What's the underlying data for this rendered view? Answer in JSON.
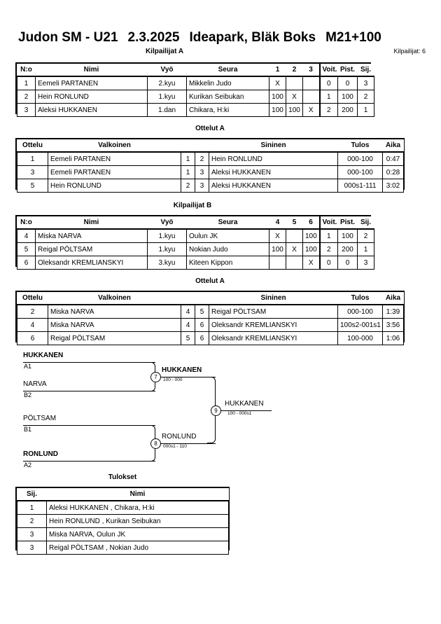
{
  "header": {
    "event": "Judon SM - U21",
    "date": "2.3.2025",
    "venue": "Ideapark, Bläk Boks",
    "category": "M21+100",
    "entrants": "Kilpailijat: 6"
  },
  "pool_a": {
    "caption": "Kilpailijat A",
    "columns": [
      "N:o",
      "Nimi",
      "Vyö",
      "Seura",
      "1",
      "2",
      "3",
      "Voit.",
      "Pist.",
      "Sij."
    ],
    "rows": [
      {
        "no": "1",
        "name": "Eemeli PARTANEN",
        "belt": "2.kyu",
        "club": "Mikkelin Judo",
        "m": [
          "X",
          "",
          ""
        ],
        "wins": "0",
        "points": "0",
        "rank": "3"
      },
      {
        "no": "2",
        "name": "Hein RONLUND",
        "belt": "1.kyu",
        "club": "Kurikan Seibukan",
        "m": [
          "100",
          "X",
          ""
        ],
        "wins": "1",
        "points": "100",
        "rank": "2"
      },
      {
        "no": "3",
        "name": "Aleksi HUKKANEN",
        "belt": "1.dan",
        "club": "Chikara, H:ki",
        "m": [
          "100",
          "100",
          "X"
        ],
        "wins": "2",
        "points": "200",
        "rank": "1"
      }
    ]
  },
  "matches_a": {
    "caption": "Ottelut A",
    "columns": [
      "Ottelu",
      "Valkoinen",
      "",
      "",
      "Sininen",
      "Tulos",
      "Aika"
    ],
    "rows": [
      {
        "no": "1",
        "white": "Eemeli PARTANEN",
        "white_win": false,
        "wn": "1",
        "bn": "2",
        "blue": "Hein RONLUND",
        "blue_win": true,
        "result": "000-100",
        "time": "0:47"
      },
      {
        "no": "3",
        "white": "Eemeli PARTANEN",
        "white_win": false,
        "wn": "1",
        "bn": "3",
        "blue": "Aleksi HUKKANEN",
        "blue_win": true,
        "result": "000-100",
        "time": "0:28"
      },
      {
        "no": "5",
        "white": "Hein RONLUND",
        "white_win": false,
        "wn": "2",
        "bn": "3",
        "blue": "Aleksi HUKKANEN",
        "blue_win": true,
        "result": "000s1-111",
        "time": "3:02"
      }
    ]
  },
  "pool_b": {
    "caption": "Kilpailijat B",
    "columns": [
      "N:o",
      "Nimi",
      "Vyö",
      "Seura",
      "4",
      "5",
      "6",
      "Voit.",
      "Pist.",
      "Sij."
    ],
    "rows": [
      {
        "no": "4",
        "name": "Miska NARVA",
        "belt": "1.kyu",
        "club": "Oulun JK",
        "m": [
          "X",
          "",
          "100"
        ],
        "wins": "1",
        "points": "100",
        "rank": "2"
      },
      {
        "no": "5",
        "name": "Reigal PÖLTSAM",
        "belt": "1.kyu",
        "club": "Nokian Judo",
        "m": [
          "100",
          "X",
          "100"
        ],
        "wins": "2",
        "points": "200",
        "rank": "1"
      },
      {
        "no": "6",
        "name": "Oleksandr KREMLIANSKYI",
        "belt": "3.kyu",
        "club": "Kiteen Kippon",
        "m": [
          "",
          "",
          "X"
        ],
        "wins": "0",
        "points": "0",
        "rank": "3"
      }
    ]
  },
  "matches_b": {
    "caption": "Ottelut A",
    "columns": [
      "Ottelu",
      "Valkoinen",
      "",
      "",
      "Sininen",
      "Tulos",
      "Aika"
    ],
    "rows": [
      {
        "no": "2",
        "white": "Miska NARVA",
        "white_win": false,
        "wn": "4",
        "bn": "5",
        "blue": "Reigal PÖLTSAM",
        "blue_win": true,
        "result": "000-100",
        "time": "1:39"
      },
      {
        "no": "4",
        "white": "Miska NARVA",
        "white_win": true,
        "wn": "4",
        "bn": "6",
        "blue": "Oleksandr KREMLIANSKYI",
        "blue_win": false,
        "result": "100s2-001s1",
        "time": "3:56"
      },
      {
        "no": "6",
        "white": "Reigal PÖLTSAM",
        "white_win": true,
        "wn": "5",
        "bn": "6",
        "blue": "Oleksandr KREMLIANSKYI",
        "blue_win": false,
        "result": "100-000",
        "time": "1:06"
      }
    ]
  },
  "bracket": {
    "entries": [
      {
        "name": "HUKKANEN",
        "seed": "A1",
        "bold": true
      },
      {
        "name": "NARVA",
        "seed": "B2",
        "bold": false
      },
      {
        "name": "PÖLTSAM",
        "seed": "B1",
        "bold": false
      },
      {
        "name": "RONLUND",
        "seed": "A2",
        "bold": true
      }
    ],
    "semifinal_1": {
      "number": "7",
      "winner": "HUKKANEN",
      "score": "100 - 000",
      "bold": true
    },
    "semifinal_2": {
      "number": "8",
      "winner": "RONLUND",
      "score": "000s1 - 110",
      "bold": false
    },
    "final": {
      "number": "9",
      "winner": "HUKKANEN",
      "score": "100 - 000s1",
      "bold": false
    }
  },
  "results": {
    "caption": "Tulokset",
    "columns": [
      "Sij.",
      "Nimi"
    ],
    "rows": [
      {
        "rank": "1",
        "name": "Aleksi HUKKANEN , Chikara, H:ki"
      },
      {
        "rank": "2",
        "name": "Hein RONLUND , Kurikan Seibukan"
      },
      {
        "rank": "3",
        "name": "Miska NARVA, Oulun JK"
      },
      {
        "rank": "3",
        "name": "Reigal PÖLTSAM , Nokian Judo"
      }
    ]
  }
}
